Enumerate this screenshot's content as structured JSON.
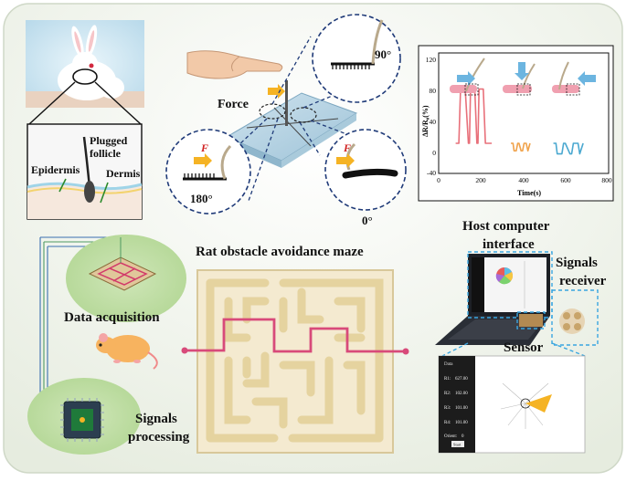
{
  "top": {
    "follicle_labels": {
      "plugged": "Plugged",
      "follicle": "follicle",
      "epidermis": "Epidermis",
      "dermis": "Dermis"
    },
    "force_label": "Force",
    "angles": {
      "a90": "90°",
      "a180": "180°",
      "a0": "0°"
    },
    "f_symbol": "F"
  },
  "chart": {
    "ylabel": "ΔR/R₀(%)",
    "xlabel": "Time(s)",
    "yticks": [
      "120",
      "80",
      "40",
      "0",
      "-40"
    ],
    "xticks": [
      "0",
      "200",
      "400",
      "600",
      "800"
    ]
  },
  "chart_data": {
    "type": "line",
    "xlabel": "Time(s)",
    "ylabel": "ΔR/R₀(%)",
    "xlim": [
      0,
      800
    ],
    "ylim": [
      -40,
      120
    ],
    "series": [
      {
        "color": "#e8707a",
        "x": [
          80,
          95,
          103,
          125,
          140,
          145,
          150,
          170,
          180,
          185,
          190,
          210,
          220,
          225,
          230,
          250
        ],
        "y": [
          0,
          0,
          72,
          72,
          0,
          0,
          72,
          72,
          0,
          0,
          72,
          72,
          0,
          0,
          0,
          0
        ]
      },
      {
        "color": "#f0a24a",
        "x": [
          340,
          350,
          355,
          365,
          372,
          378,
          388,
          395,
          402,
          412,
          420,
          430
        ],
        "y": [
          0,
          0,
          -10,
          -10,
          0,
          0,
          -10,
          -10,
          0,
          0,
          -10,
          0
        ]
      },
      {
        "color": "#4aa8d0",
        "x": [
          540,
          552,
          558,
          580,
          588,
          596,
          618,
          626,
          634,
          656,
          664,
          680
        ],
        "y": [
          0,
          0,
          -14,
          -14,
          0,
          0,
          -14,
          -14,
          0,
          0,
          -14,
          0
        ]
      }
    ]
  },
  "bottom": {
    "data_acquisition": "Data acquisition",
    "signals": "Signals",
    "processing": "processing",
    "maze_title": "Rat obstacle avoidance maze",
    "host_line1": "Host computer",
    "host_line2": "interface",
    "receiver_line1": "Signals",
    "receiver_line2": "receiver",
    "sensor": "Sensor"
  },
  "ui_panel": {
    "header": "Data",
    "rows": [
      {
        "label": "R1:",
        "value": "627.00"
      },
      {
        "label": "R2:",
        "value": "102.00"
      },
      {
        "label": "R3:",
        "value": "101.00"
      },
      {
        "label": "R4:",
        "value": "101.00"
      },
      {
        "label": "Orient:",
        "value": "0"
      }
    ],
    "button": "Start"
  }
}
